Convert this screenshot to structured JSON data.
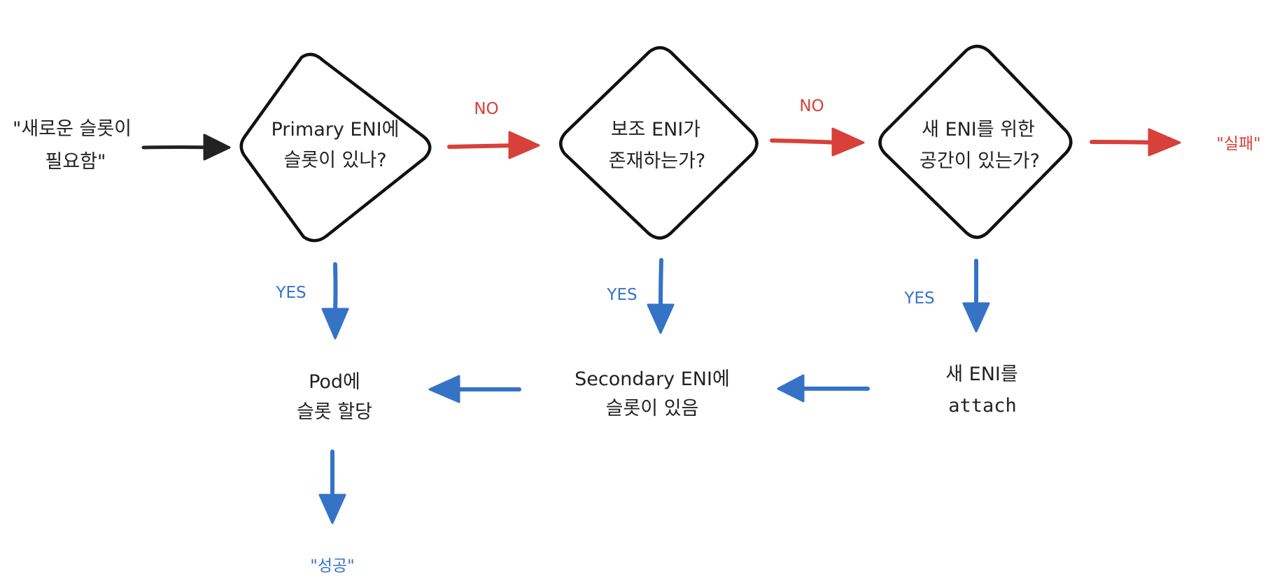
{
  "colors": {
    "ink": "#222222",
    "no": "#d8403a",
    "yes": "#3573c6"
  },
  "start": {
    "line1": "\"새로운 슬롯이",
    "line2": "필요함\""
  },
  "decisions": [
    {
      "line1": "Primary ENI에",
      "line2": "슬롯이 있나?"
    },
    {
      "line1": "보조 ENI가",
      "line2": "존재하는가?"
    },
    {
      "line1": "새 ENI를 위한",
      "line2": "공간이 있는가?"
    }
  ],
  "outcomes": {
    "assign": {
      "line1": "Pod에",
      "line2": "슬롯 할당"
    },
    "secondary": {
      "line1": "Secondary ENI에",
      "line2": "슬롯이 있음"
    },
    "attach": {
      "line1": "새 ENI를",
      "line2": "attach"
    },
    "success": "\"성공\"",
    "failure": "\"실패\""
  },
  "edge_labels": {
    "no": "NO",
    "yes": "YES"
  }
}
